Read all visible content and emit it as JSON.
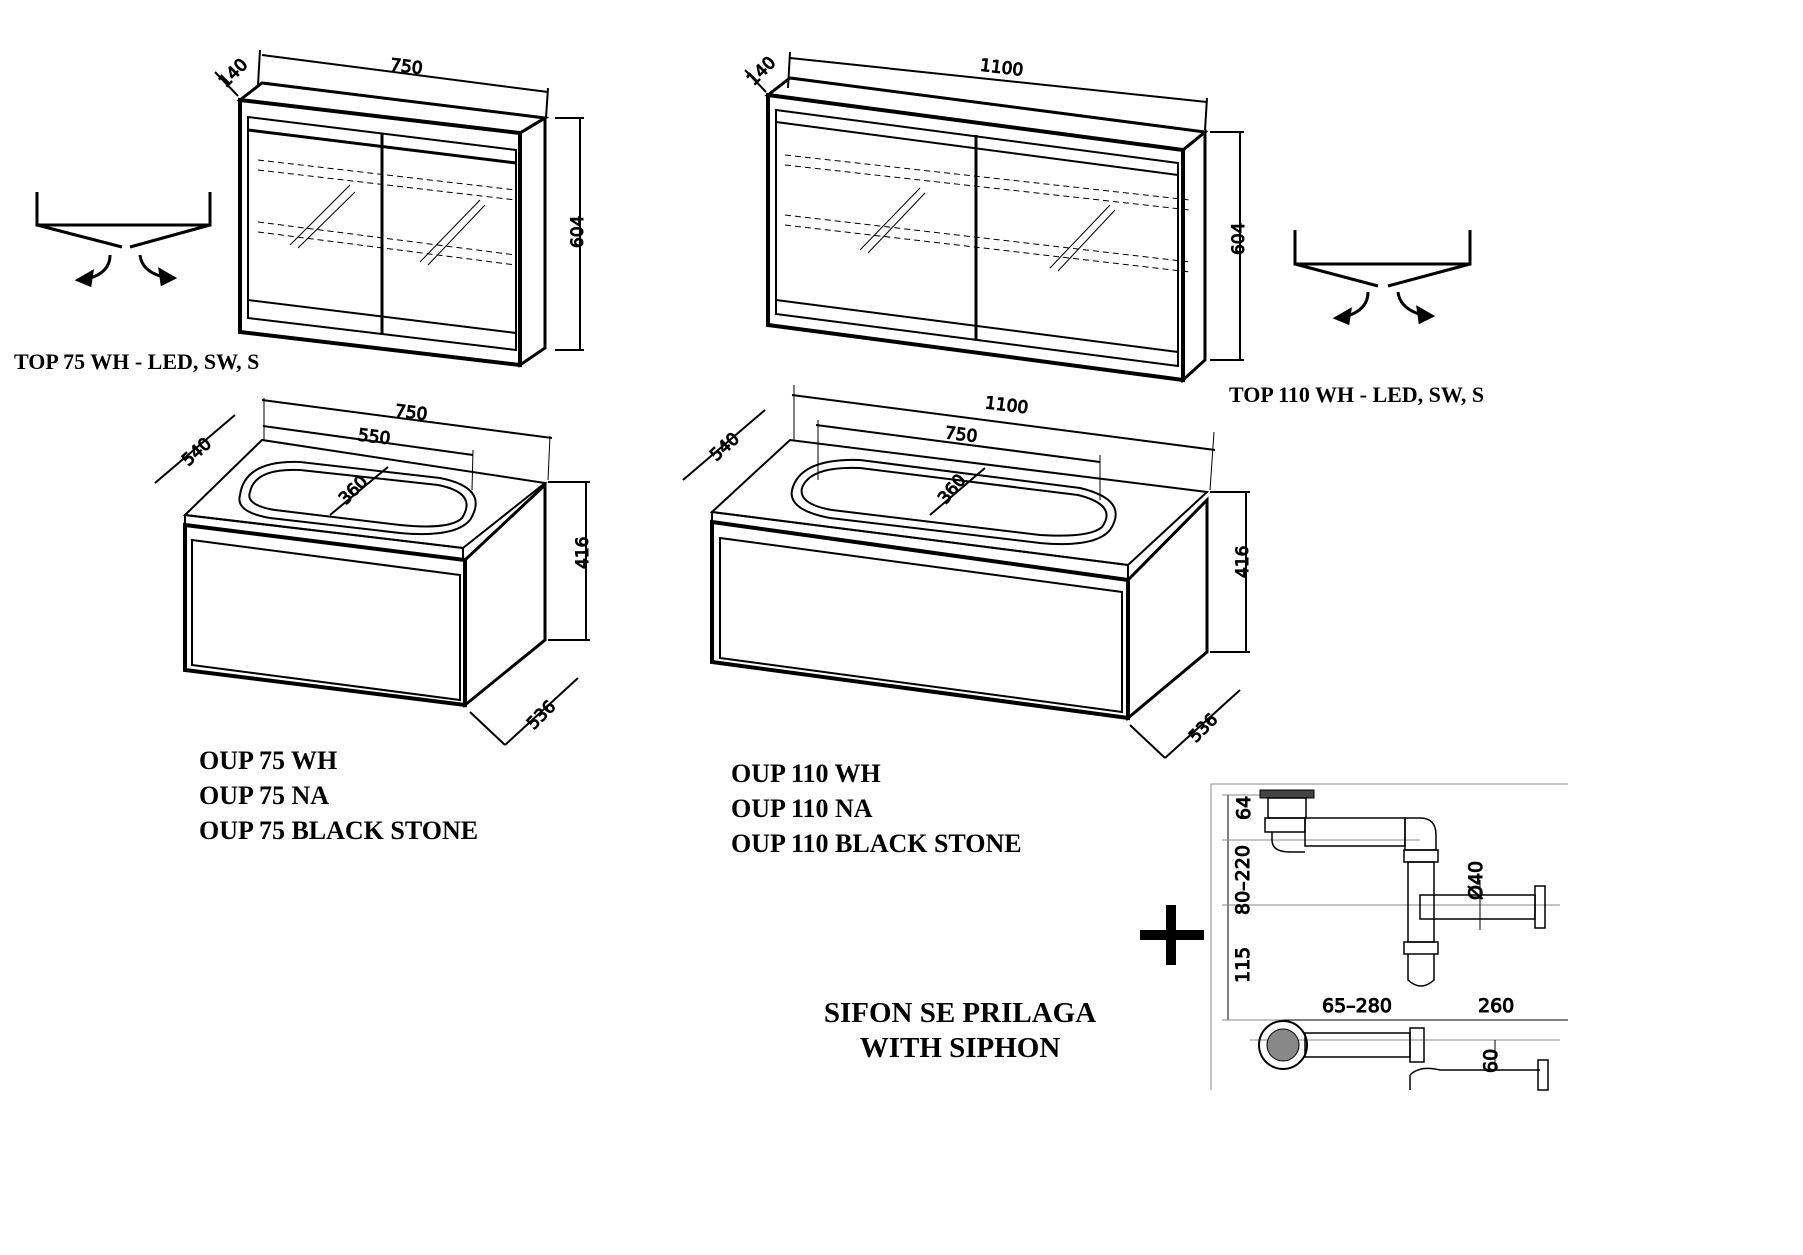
{
  "top_cabinet_small": {
    "label": "TOP 75 WH - LED, SW, S",
    "width": "750",
    "depth": "140",
    "height": "604"
  },
  "top_cabinet_large": {
    "label": "TOP 110 WH - LED, SW, S",
    "width": "1100",
    "depth": "140",
    "height": "604"
  },
  "vanity_small": {
    "labels": [
      "OUP 75 WH",
      "OUP 75 NA",
      "OUP 75 BLACK STONE"
    ],
    "width": "750",
    "basin_width": "550",
    "basin_depth": "360",
    "depth": "540",
    "height": "416",
    "side_depth": "536"
  },
  "vanity_large": {
    "labels": [
      "OUP 110 WH",
      "OUP 110 NA",
      "OUP 110 BLACK STONE"
    ],
    "width": "1100",
    "basin_width": "750",
    "basin_depth": "360",
    "depth": "540",
    "height": "416",
    "side_depth": "536"
  },
  "siphon": {
    "title": [
      "SIFON SE PRILAGA",
      "WITH SIPHON"
    ],
    "dims": {
      "a": "64",
      "b": "80–220",
      "c": "115",
      "d": "Ø40",
      "e": "65–280",
      "f": "260",
      "g": "60"
    }
  }
}
